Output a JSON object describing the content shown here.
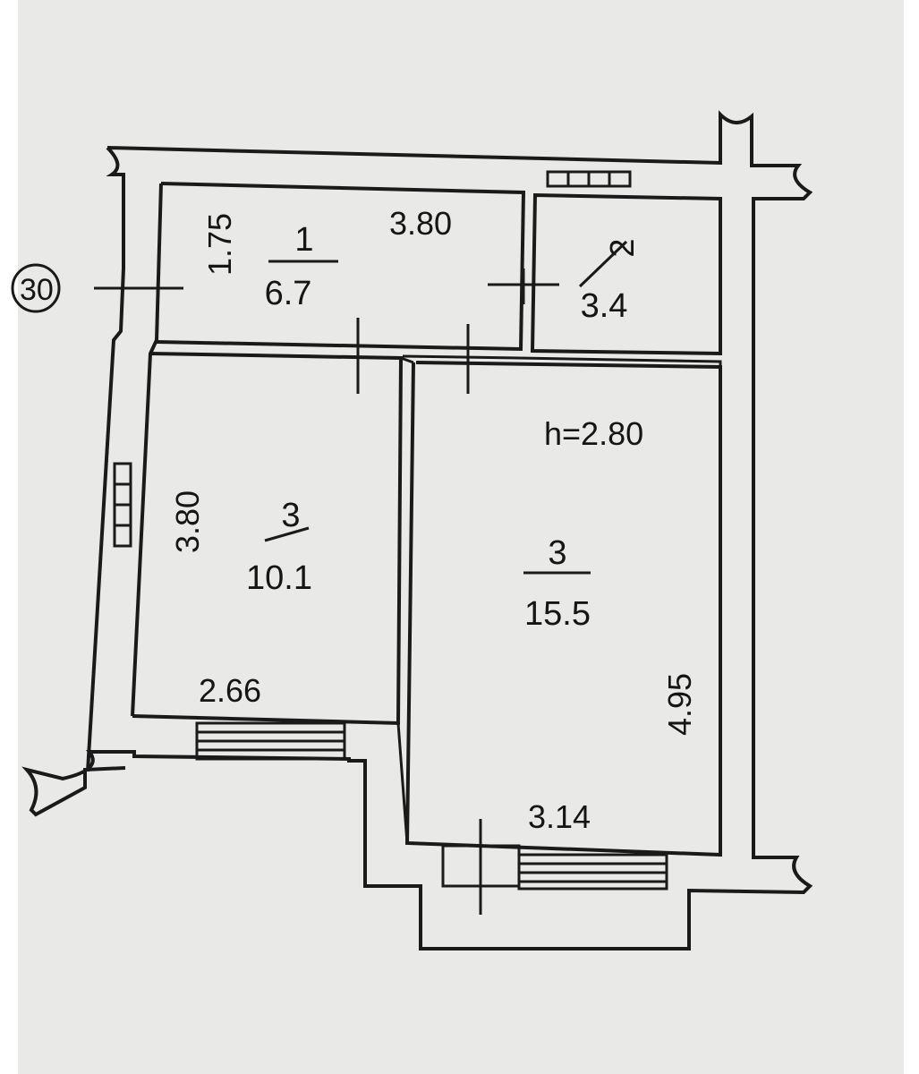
{
  "axis_marker": "30",
  "ceiling_height": "h=2.80",
  "rooms": [
    {
      "id": "1",
      "number": "1",
      "area": "6.7"
    },
    {
      "id": "2",
      "number": "2",
      "area": "3.4"
    },
    {
      "id": "3a",
      "number": "3",
      "area": "10.1"
    },
    {
      "id": "3b",
      "number": "3",
      "area": "15.5"
    }
  ],
  "dimensions": {
    "room1_height": "1.75",
    "room1_width": "3.80",
    "room3a_height": "3.80",
    "room3a_width": "2.66",
    "room3b_height": "4.95",
    "room3b_width": "3.14"
  }
}
